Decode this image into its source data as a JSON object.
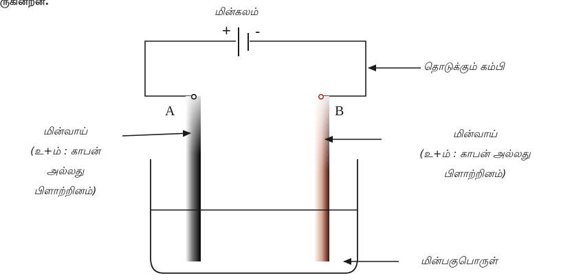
{
  "header_fragment": "ருகின்றன.",
  "battery": {
    "label": "மின்கலம்",
    "plus": "+",
    "minus": "-"
  },
  "wire_label": "தொடுக்கும் கம்பி",
  "electrode_a": {
    "letter": "A",
    "label_lines": [
      "மின்வாய்",
      "(உ+ம் : காபன்",
      "அல்லது",
      "பிளாற்றினம்)"
    ],
    "color": "#111111"
  },
  "electrode_b": {
    "letter": "B",
    "label_lines": [
      "மின்வாய்",
      "(உ+ம் : காபன் அல்லது",
      "பிளாற்றினம்)"
    ],
    "color": "#5a1a10"
  },
  "electrolyte_label": "மின்பகுபொருள்",
  "colors": {
    "line": "#1a1a1a",
    "terminal_a": "#1a1a1a",
    "terminal_b": "#b03020"
  }
}
